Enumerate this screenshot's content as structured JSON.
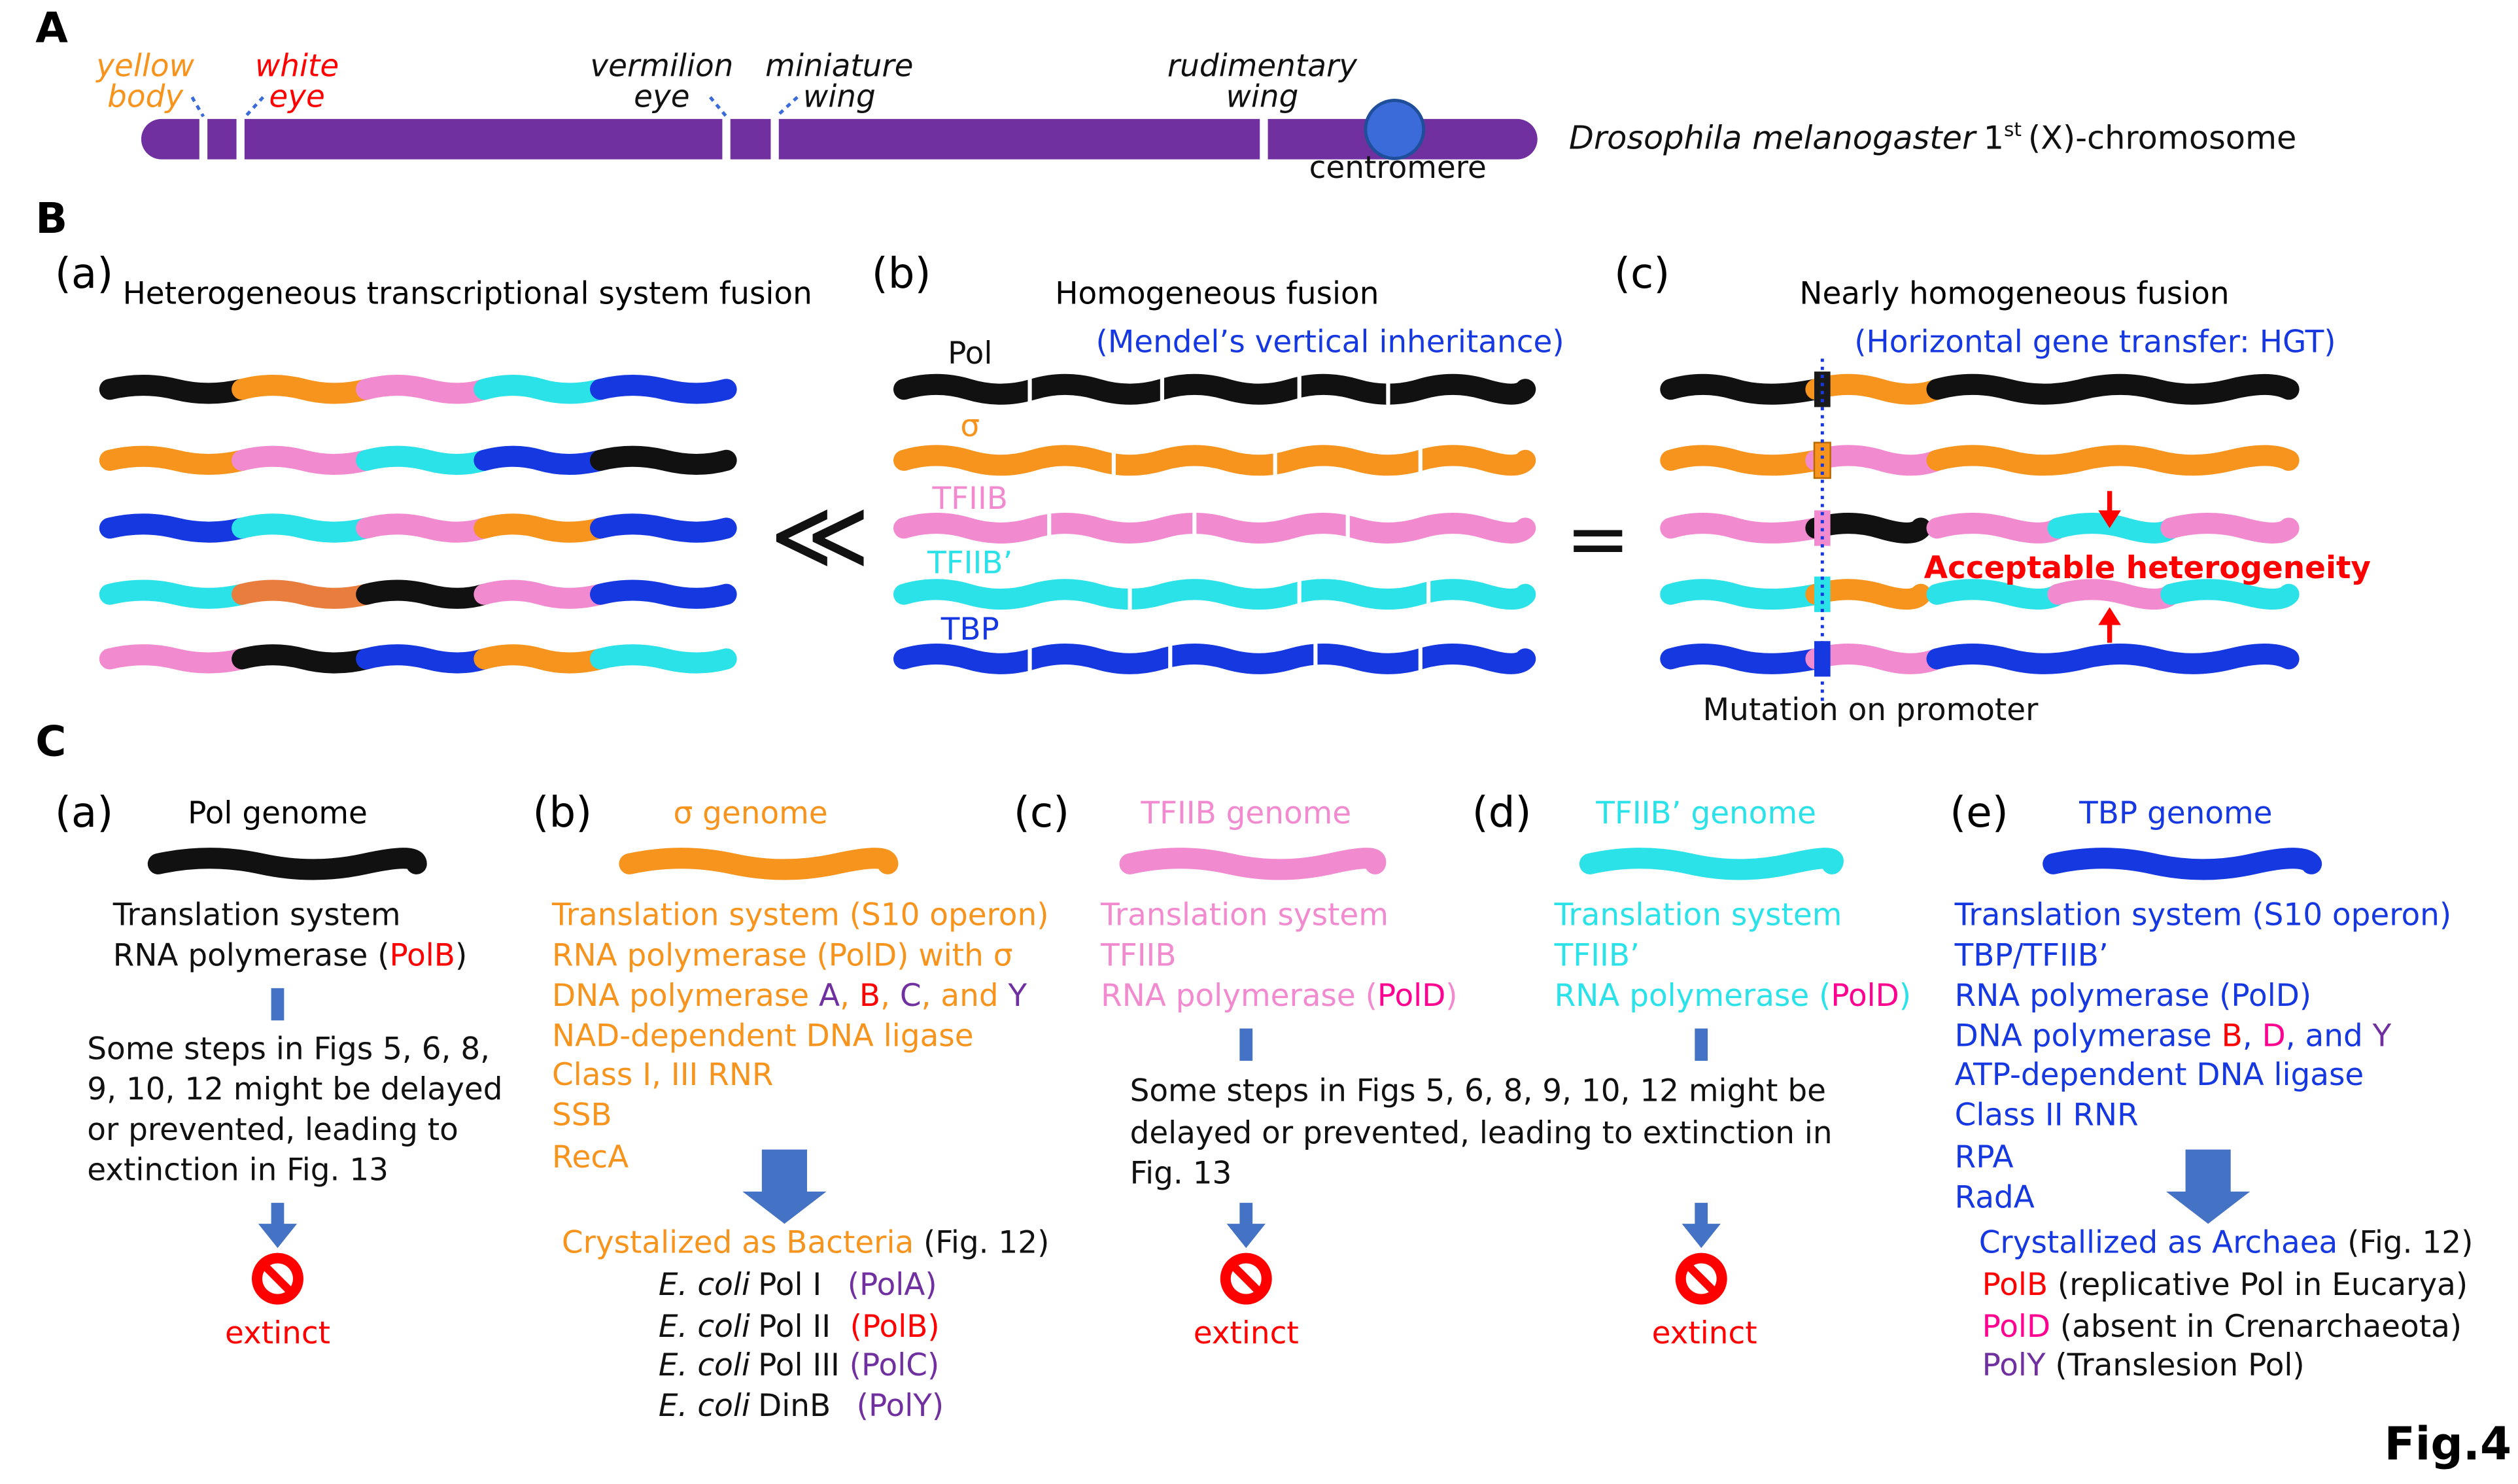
{
  "panel_a": {
    "label": "A",
    "genes": [
      {
        "l1": "yellow",
        "l2": "body"
      },
      {
        "l1": "white",
        "l2": "eye"
      },
      {
        "l1": "vermilion",
        "l2": "eye"
      },
      {
        "l1": "miniature",
        "l2": "wing"
      },
      {
        "l1": "rudimentary",
        "l2": "wing"
      }
    ],
    "centromere": "centromere",
    "species": "Drosophila melanogaster",
    "chrom_pre": "1",
    "chrom_sup": "st",
    "chrom_post": "(X)-chromosome"
  },
  "panel_b": {
    "label": "B",
    "a_label": "(a)",
    "a_title": "Heterogeneous transcriptional system fusion",
    "b_label": "(b)",
    "b_title": "Homogeneous fusion",
    "b_sub": "(Mendel’s vertical inheritance)",
    "c_label": "(c)",
    "c_title": "Nearly homogeneous fusion",
    "c_sub": "(Horizontal gene transfer: HGT)",
    "row_labels": [
      "Pol",
      "σ",
      "TFIIB",
      "TFIIB’",
      "TBP"
    ],
    "ll": "≪",
    "eq": "=",
    "accept": "Acceptable heterogeneity",
    "mutation": "Mutation on promoter"
  },
  "panel_c": {
    "label": "C",
    "a": {
      "label": "(a)",
      "title": "Pol genome",
      "l1": "Translation system",
      "l2_pre": "RNA polymerase (",
      "l2_em": "PolB",
      "l2_post": ")",
      "steps": [
        "Some steps in Figs 5, 6, 8,",
        "9, 10, 12  might be delayed",
        "or prevented, leading to",
        "extinction in Fig. 13"
      ],
      "extinct": "extinct"
    },
    "b": {
      "label": "(b)",
      "title": "σ  genome",
      "l1": "Translation system (S10 operon)",
      "l2": "RNA polymerase (PolD) with σ",
      "l3_pre": "DNA polymerase ",
      "l3_a": "A",
      "l3_c1": ", ",
      "l3_b": "B",
      "l3_c2": ", ",
      "l3_c": "C",
      "l3_and": ", and ",
      "l3_y": "Y",
      "l4": "NAD-dependent DNA ligase",
      "l5": "Class I, III RNR",
      "l6": "SSB",
      "l7": "RecA",
      "cryst": "Crystalized as Bacteria",
      "fig": "(Fig. 12)",
      "ecoli": [
        {
          "sp": "E. coli",
          "n": "Pol I",
          "p": "(PolA)"
        },
        {
          "sp": "E. coli",
          "n": "Pol II",
          "p": "(PolB)"
        },
        {
          "sp": "E. coli",
          "n": "Pol III",
          "p": "(PolC)"
        },
        {
          "sp": "E. coli",
          "n": "DinB",
          "p": "(PolY)"
        }
      ]
    },
    "c": {
      "label": "(c)",
      "title": "TFIIB genome",
      "l1": "Translation system",
      "l2": "TFIIB",
      "l3_pre": "RNA polymerase (",
      "l3_em": "PolD",
      "l3_post": ")",
      "steps": [
        "Some steps in Figs 5, 6, 8, 9, 10, 12 might be",
        "delayed or prevented, leading to extinction in",
        "Fig. 13"
      ],
      "extinct": "extinct"
    },
    "d": {
      "label": "(d)",
      "title": "TFIIB’  genome",
      "l1": "Translation system",
      "l2": "TFIIB’",
      "l3_pre": "RNA polymerase (",
      "l3_em": "PolD",
      "l3_post": ")",
      "extinct": "extinct"
    },
    "e": {
      "label": "(e)",
      "title": "TBP genome",
      "l1": "Translation system (S10 operon)",
      "l2": "TBP/TFIIB’",
      "l3": "RNA polymerase (PolD)",
      "l4_pre": "DNA polymerase ",
      "l4_b": "B",
      "l4_c1": ", ",
      "l4_d": "D",
      "l4_and": ", and ",
      "l4_y": "Y",
      "l5": "ATP-dependent DNA ligase",
      "l6": "Class II RNR",
      "l7": "RPA",
      "l8": "RadA",
      "cryst": "Crystallized as Archaea",
      "fig": "(Fig. 12)",
      "p1": "PolB",
      "p1d": "(replicative Pol in Eucarya)",
      "p2": "PolD",
      "p2d": "(absent in Crenarchaeota)",
      "p3": "PolY",
      "p3d": "(Translesion Pol)"
    }
  },
  "fig_label": "Fig.4",
  "colors": {
    "black": "#111111",
    "orange": "#F7941D",
    "pink": "#F28AD0",
    "cyan": "#2BE2E8",
    "blue": "#1638E0",
    "purple": "#7030A0",
    "red": "#FF0000",
    "magenta": "#FF0090",
    "deep_orange": "#E87D3E",
    "arrow": "#4472C4"
  }
}
